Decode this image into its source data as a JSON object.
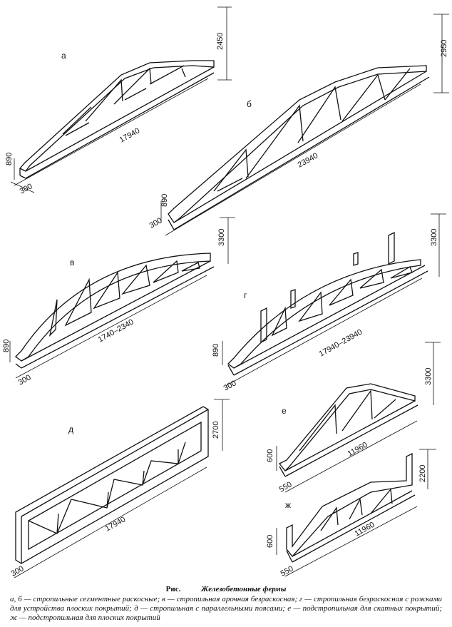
{
  "figure": {
    "label": "Рис.",
    "title": "Железобетонные фермы",
    "description": "а, б — стропильные сегментные раскосные; в — стропильная арочная безраскосная; г — стропильная безраскосная с рожками для устройства плоских покрытий; д — стропильная с параллельными поясами; е — подстропильная для скатных покрытий; ж — подстропильная для плоских покрытий"
  },
  "trusses": [
    {
      "id": "a",
      "tag": "а",
      "span": "17940",
      "height": "2450",
      "depth": "890",
      "width": "300"
    },
    {
      "id": "b",
      "tag": "б",
      "span": "23940",
      "height": "2950",
      "depth": "890",
      "width": "300"
    },
    {
      "id": "v",
      "tag": "в",
      "span": "1740–2340",
      "height": "3300",
      "depth": "890",
      "width": "300"
    },
    {
      "id": "g",
      "tag": "г",
      "span": "17940–23940",
      "height": "3300",
      "depth": "890",
      "width": "300"
    },
    {
      "id": "d",
      "tag": "д",
      "span": "17940",
      "height": "2700",
      "width": "300"
    },
    {
      "id": "e",
      "tag": "е",
      "span": "11960",
      "height": "3300",
      "depth": "600",
      "width": "550"
    },
    {
      "id": "zh",
      "tag": "ж",
      "span": "11960",
      "height": "2200",
      "depth": "600",
      "width": "550"
    }
  ]
}
